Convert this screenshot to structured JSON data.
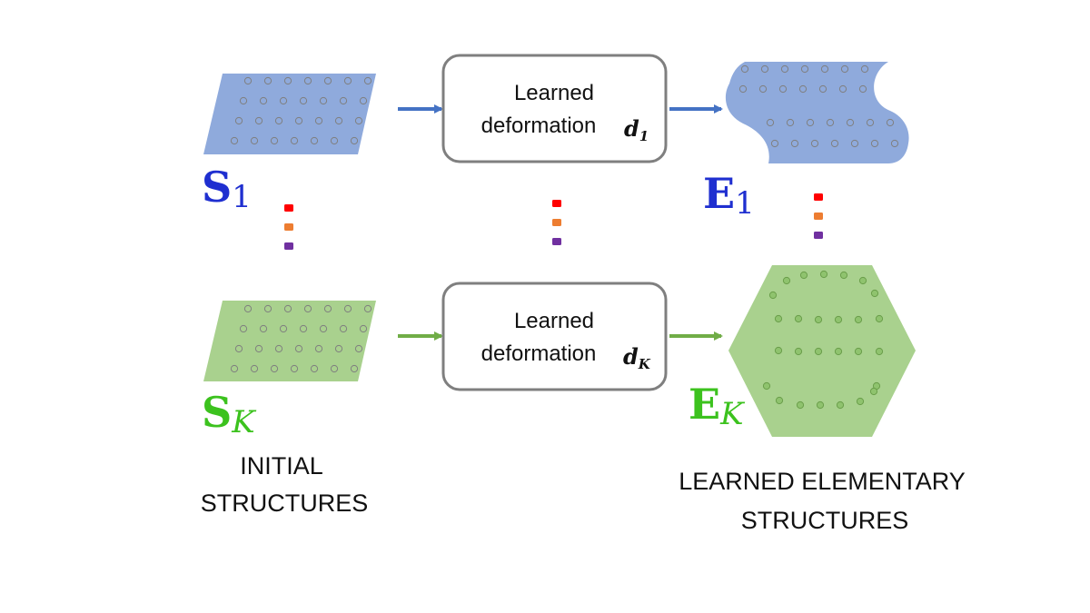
{
  "rows": [
    {
      "initial_symbol": "S",
      "initial_subscript": "1",
      "box_line1": "Learned",
      "box_line2": "deformation",
      "deformation_symbol": "d",
      "deformation_subscript": "1",
      "elementary_symbol": "E",
      "elementary_subscript": "1",
      "color": "#8faadc",
      "arrow_color": "#4472c4",
      "symbol_color": "#1f2fd0"
    },
    {
      "initial_symbol": "S",
      "initial_subscript": "K",
      "box_line1": "Learned",
      "box_line2": "deformation",
      "deformation_symbol": "d",
      "deformation_subscript": "K",
      "elementary_symbol": "E",
      "elementary_subscript": "K",
      "color": "#a9d18e",
      "arrow_color": "#70ad47",
      "symbol_color": "#3cc21e"
    }
  ],
  "ellipsis_colors": [
    "#ff0000",
    "#ed7d31",
    "#7030a0"
  ],
  "captions": {
    "initial_line1": "INITIAL",
    "initial_line2": "STRUCTURES",
    "learned_line1": "LEARNED ELEMENTARY",
    "learned_line2": "STRUCTURES"
  }
}
